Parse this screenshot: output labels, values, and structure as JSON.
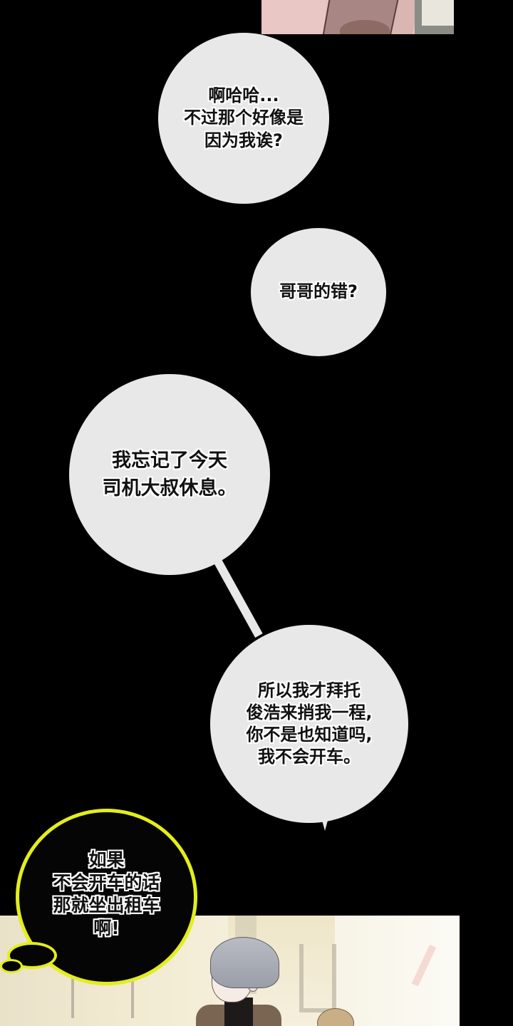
{
  "comic": {
    "top_panel": {
      "description": "partial illustration panel (pink tones, cropped)"
    },
    "bubbles": [
      {
        "id": "bubble-1",
        "shape": "round",
        "text": "啊哈哈...\n不过那个好像是\n因为我诶?"
      },
      {
        "id": "bubble-2",
        "shape": "round",
        "text": "哥哥的错?"
      },
      {
        "id": "bubble-3",
        "shape": "round",
        "text": "我忘记了今天\n司机大叔休息。"
      },
      {
        "id": "bubble-4",
        "shape": "round-with-tail",
        "text": "所以我才拜托\n俊浩来捎我一程,\n你不是也知道吗,\n我不会开车。"
      }
    ],
    "thought_bubble": {
      "shape": "thought",
      "border_color": "#e3ee1a",
      "fill_color": "#050505",
      "text": "如果\n不会开车的话\n那就坐出租车\n啊!"
    },
    "bottom_panel": {
      "description": "illustration of a grey-haired character in a brown coat and black turtleneck, room with chairs in background"
    }
  },
  "colors": {
    "background": "#000000",
    "bubble_fill": "#e8e8e8",
    "thought_border": "#e3ee1a"
  }
}
